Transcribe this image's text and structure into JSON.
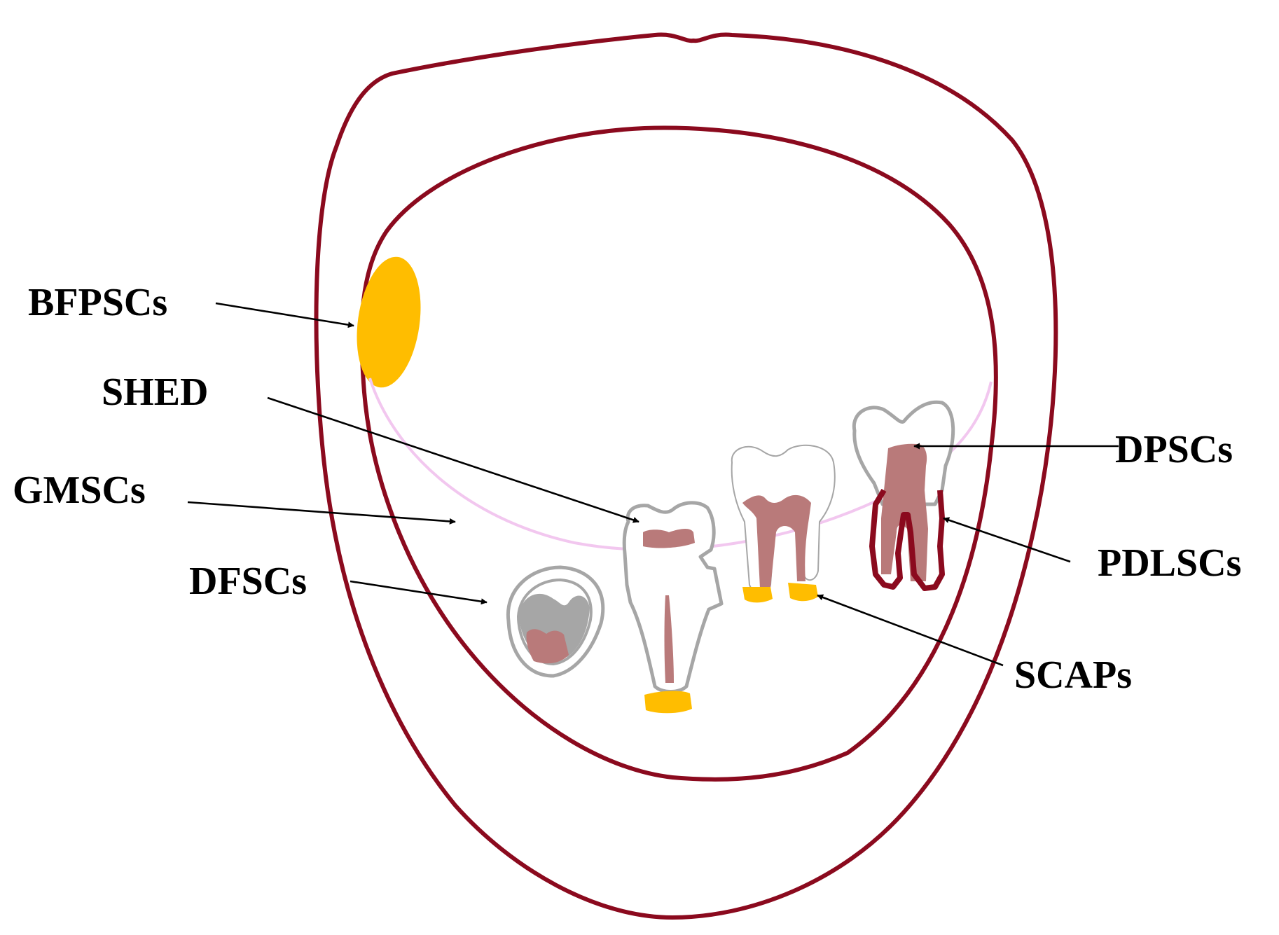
{
  "labels": {
    "bfpscs": "BFPSCs",
    "shed": "SHED",
    "gmscs": "GMSCs",
    "dfscs": "DFSCs",
    "dpscs": "DPSCs",
    "pdlscs": "PDLSCs",
    "scaps": "SCAPs"
  },
  "colors": {
    "lip": "#8b0a1e",
    "gingiva": "#f2c7ef",
    "stem_niche": "#ffbd00",
    "pulp": "#b97a7a",
    "tooth_outline": "#a6a6a6",
    "enamel": "#a6a6a6",
    "arrow": "#000000"
  }
}
